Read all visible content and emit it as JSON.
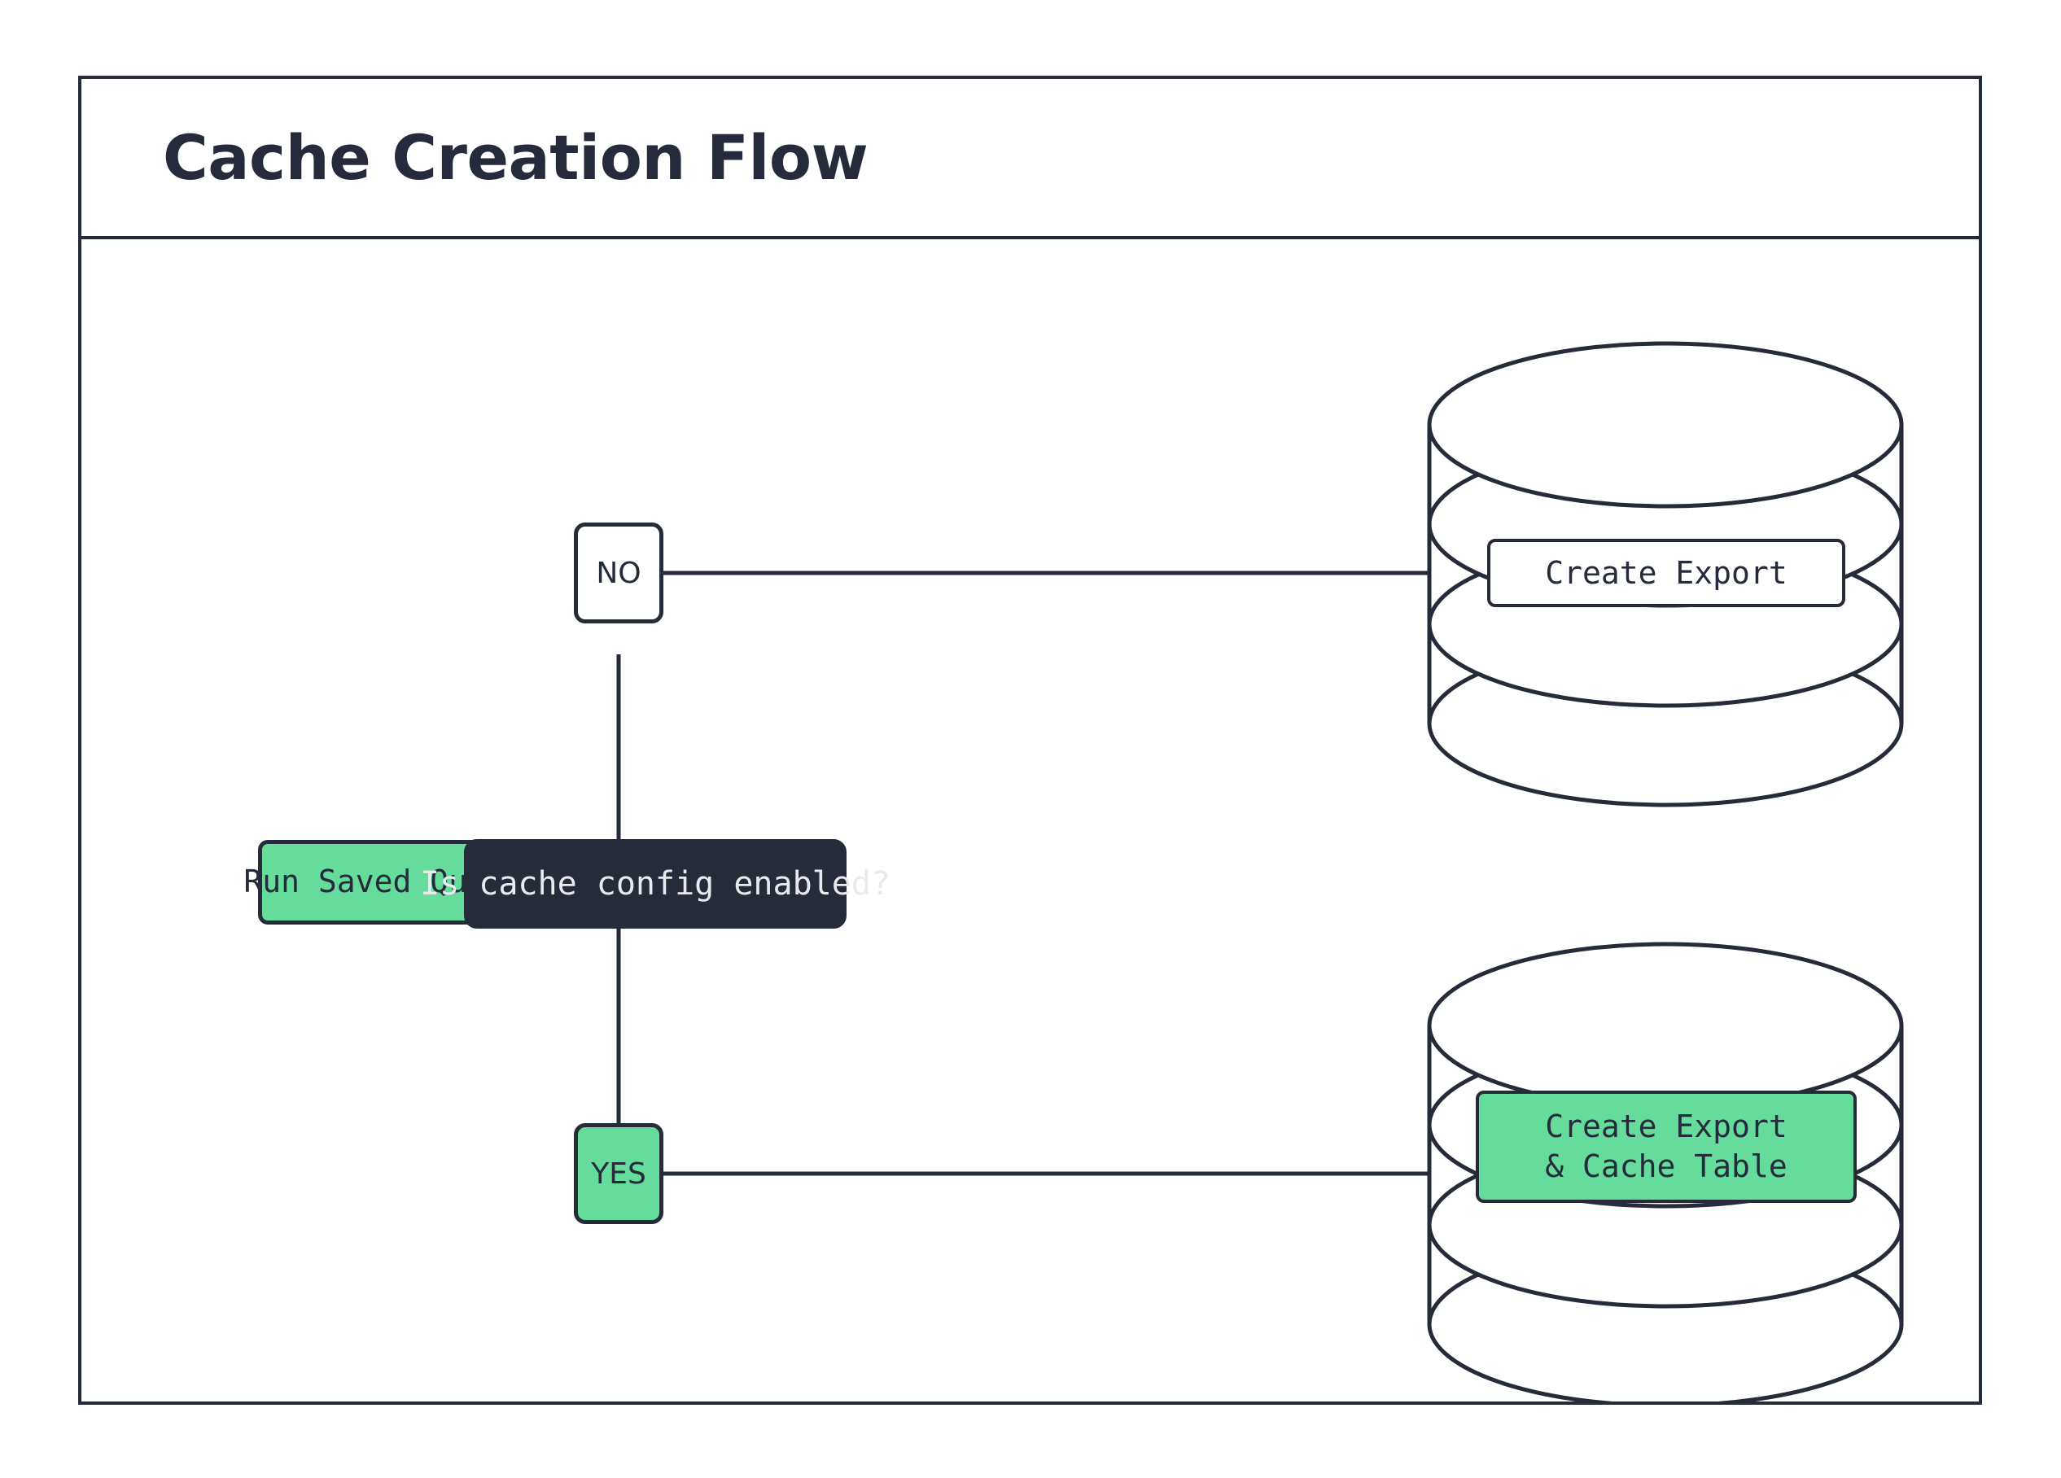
{
  "diagram": {
    "title": "Cache Creation Flow",
    "type": "flowchart",
    "colors": {
      "stroke": "#262B3A",
      "accent_green": "#65DB9C",
      "decision_fill": "#262B3A",
      "decision_text": "#E9EAEE",
      "background": "#FFFFFF"
    },
    "nodes": [
      {
        "id": "run-saved-query",
        "label": "Run Saved Query",
        "shape": "rounded-rect",
        "fill": "green"
      },
      {
        "id": "decision",
        "label": "Is cache config enabled?",
        "shape": "rounded-rect",
        "fill": "dark"
      },
      {
        "id": "branch-no",
        "label": "NO",
        "shape": "rounded-rect",
        "fill": "white"
      },
      {
        "id": "branch-yes",
        "label": "YES",
        "shape": "rounded-rect",
        "fill": "green"
      },
      {
        "id": "db-top",
        "label": "Create Export",
        "shape": "database-cylinder",
        "fill": "white"
      },
      {
        "id": "db-bottom",
        "label": "Create Export\n& Cache Table",
        "shape": "database-cylinder",
        "fill": "green"
      }
    ],
    "edges": [
      {
        "from": "run-saved-query",
        "to": "decision"
      },
      {
        "from": "decision",
        "to": "branch-no"
      },
      {
        "from": "branch-no",
        "to": "db-top"
      },
      {
        "from": "decision",
        "to": "branch-yes"
      },
      {
        "from": "branch-yes",
        "to": "db-bottom"
      }
    ]
  }
}
